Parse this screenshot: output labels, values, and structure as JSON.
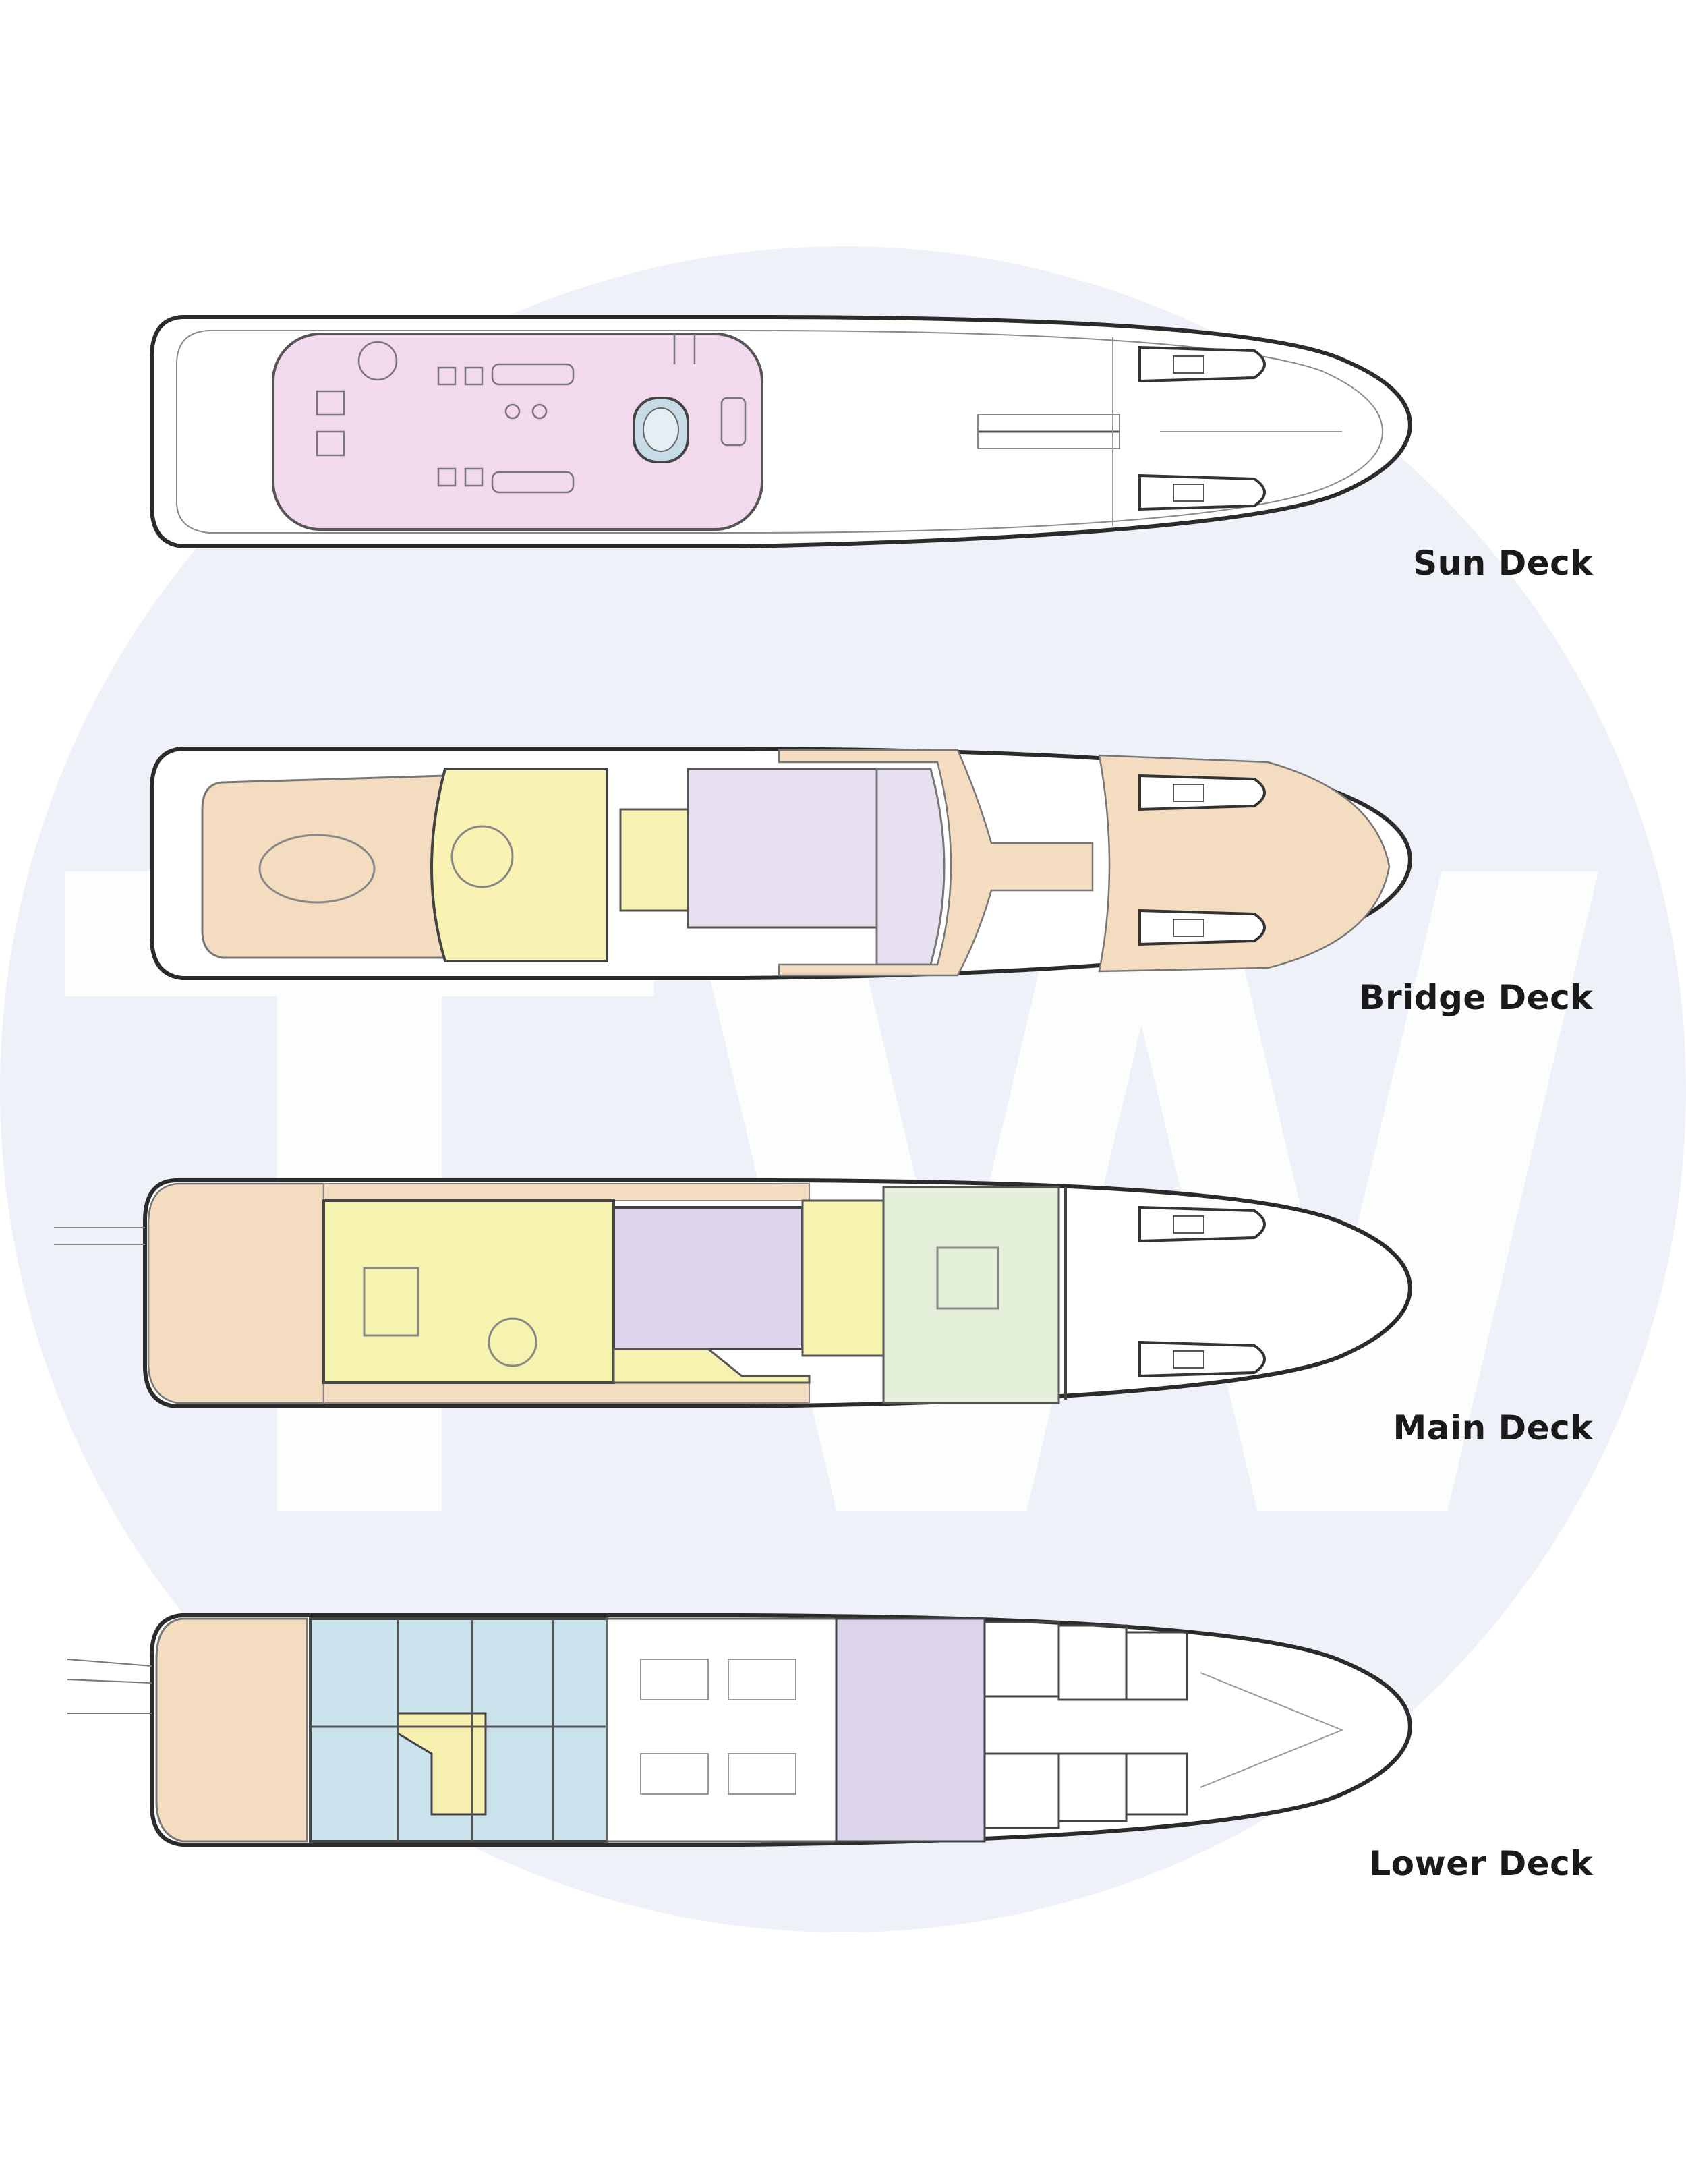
{
  "watermark": {
    "text": "TW",
    "circle_color": "#eef2f8"
  },
  "decks": [
    {
      "id": "sun",
      "label": "Sun Deck",
      "zone_colors": [
        "#f2d9ee"
      ]
    },
    {
      "id": "bridge",
      "label": "Bridge Deck",
      "zone_colors": [
        "#f4dcc0",
        "#f8f3b3",
        "#e6e0f0"
      ]
    },
    {
      "id": "main",
      "label": "Main Deck",
      "zone_colors": [
        "#f4dcc0",
        "#f6f2b0",
        "#ddd6ec",
        "#e3efd8"
      ]
    },
    {
      "id": "lower",
      "label": "Lower Deck",
      "zone_colors": [
        "#f4dcc0",
        "#c9e2ec",
        "#f8f0b0",
        "#ddd6ec"
      ]
    }
  ],
  "colors": {
    "hull_stroke": "#2b2b2b",
    "detail_stroke": "#8a8a8a",
    "label": "#1a1a1a"
  }
}
